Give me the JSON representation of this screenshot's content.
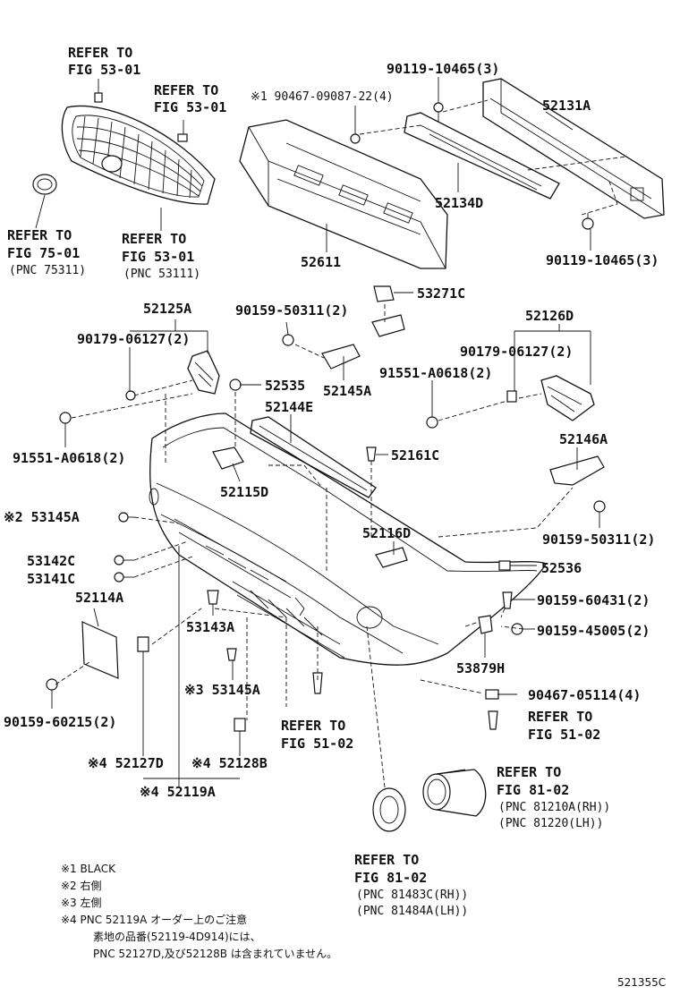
{
  "labels": {
    "refer_fig53_a": [
      "REFER TO",
      "FIG 53-01"
    ],
    "refer_fig53_b": [
      "REFER TO",
      "FIG 53-01"
    ],
    "refer_fig75": [
      "REFER TO",
      "FIG 75-01",
      "(PNC 75311)"
    ],
    "refer_fig53_c": [
      "REFER TO",
      "FIG 53-01",
      "(PNC 53111)"
    ],
    "p90467_09087": "※1 90467-09087-22(4)",
    "p90119_10465_top": "90119-10465(3)",
    "p52131A": "52131A",
    "p52134D": "52134D",
    "p52611": "52611",
    "p90119_10465_bot": "90119-10465(3)",
    "p52125A": "52125A",
    "p90179_06127_l": "90179-06127(2)",
    "p91551_A0618_l": "91551-A0618(2)",
    "p90159_50311_top": "90159-50311(2)",
    "p53271C": "53271C",
    "p52145A": "52145A",
    "p52535": "52535",
    "p52144E": "52144E",
    "p52126D": "52126D",
    "p90179_06127_r": "90179-06127(2)",
    "p91551_A0618_r": "91551-A0618(2)",
    "p52146A": "52146A",
    "p52161C": "52161C",
    "p52115D": "52115D",
    "p53145A_top": "※2 53145A",
    "p53142C": "53142C",
    "p53141C": "53141C",
    "p52116D": "52116D",
    "p90159_50311_r": "90159-50311(2)",
    "p52536": "52536",
    "p90159_60431": "90159-60431(2)",
    "p90159_45005": "90159-45005(2)",
    "p52114A": "52114A",
    "p53143A": "53143A",
    "p53879H": "53879H",
    "p90159_60215": "90159-60215(2)",
    "p53145A_bot": "※3 53145A",
    "p90467_05114": "90467-05114(4)",
    "refer_fig51_a": [
      "REFER TO",
      "FIG 51-02"
    ],
    "refer_fig51_b": [
      "REFER TO",
      "FIG 51-02"
    ],
    "p52127D": "※4 52127D",
    "p52128B": "※4 52128B",
    "p52119A": "※4 52119A",
    "refer_fig81_lamp": [
      "REFER TO",
      "FIG 81-02",
      "(PNC 81210A(RH))",
      "(PNC 81220(LH))"
    ],
    "refer_fig81_cover": [
      "REFER TO",
      "FIG 81-02",
      "(PNC 81483C(RH))",
      "(PNC 81484A(LH))"
    ]
  },
  "notes": [
    "※1 BLACK",
    "※2 右側",
    "※3 左側",
    "※4  PNC 52119A オーダー上のご注意",
    "素地の品番(52119-4D914)には、",
    "PNC 52127D,及び52128B は含まれていません。"
  ],
  "figure_code": "521355C"
}
